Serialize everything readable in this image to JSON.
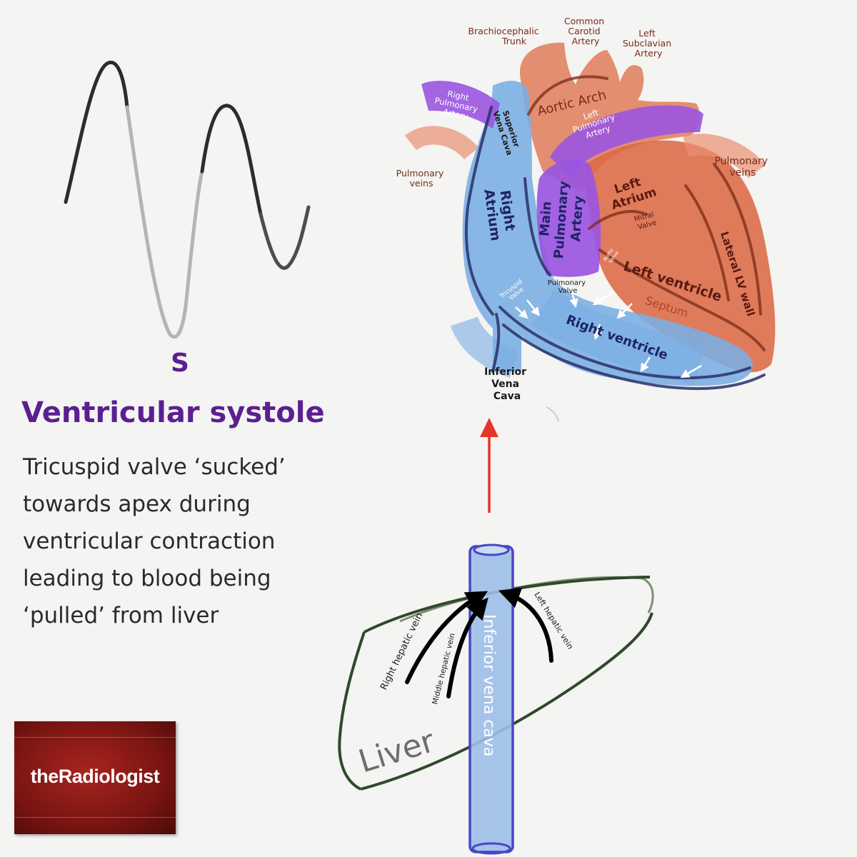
{
  "waveform": {
    "label": "S"
  },
  "phase": {
    "title": "Ventricular systole",
    "description_lines": [
      "Tricuspid valve ‘sucked’",
      "towards apex during",
      "ventricular contraction",
      "leading to blood being",
      "‘pulled’ from liver"
    ]
  },
  "heart": {
    "brachiocephalic_trunk": [
      "Brachiocephalic",
      "Trunk"
    ],
    "common_carotid_artery": [
      "Common",
      "Carotid",
      "Artery"
    ],
    "left_subclavian_artery": [
      "Left",
      "Subclavian",
      "Artery"
    ],
    "aortic_arch": "Aortic Arch",
    "right_pulmonary_artery": [
      "Right",
      "Pulmonary",
      "Artery"
    ],
    "superior_vena_cava": [
      "Superior",
      "Vena Cava"
    ],
    "left_pulmonary_artery": [
      "Left",
      "Pulmonary",
      "Artery"
    ],
    "pulmonary_veins_left_side": [
      "Pulmonary",
      "veins"
    ],
    "pulmonary_veins_right_side": [
      "Pulmonary",
      "veins"
    ],
    "right_atrium": [
      "Right",
      "Atrium"
    ],
    "main_pulmonary_artery": [
      "Main",
      "Pulmonary",
      "Artery"
    ],
    "left_atrium": [
      "Left",
      "Atrium"
    ],
    "mitral_valve": [
      "Mitral",
      "Valve"
    ],
    "aortic_valve": [
      "Aortic",
      "Valve"
    ],
    "left_ventricle": "Left ventricle",
    "lateral_lv_wall": "Lateral LV wall",
    "septum": "Septum",
    "tricuspid_valve": [
      "Tricuspid",
      "Valve"
    ],
    "pulmonary_valve": [
      "Pulmonary",
      "Valve"
    ],
    "right_ventricle": "Right ventricle",
    "inferior_vena_cava": [
      "Inferior",
      "Vena",
      "Cava"
    ]
  },
  "liver": {
    "label": "Liver",
    "ivc_label": "Inferior vena cava",
    "right_hepatic_vein": "Right hepatic vein",
    "middle_hepatic_vein": "Middle hepatic vein",
    "left_hepatic_vein": "Left hepatic vein"
  },
  "brand": {
    "name": "theRadiologist"
  },
  "colors": {
    "accent_purple": "#5b1f92",
    "heart_red": "#d9603c",
    "vessel_blue": "#6fa3dc",
    "pulmonary_purple": "#9a55e0",
    "liver_green": "#2f4a2a",
    "flow_arrow_red": "#e8352a",
    "brand_red": "#8c1a16"
  }
}
